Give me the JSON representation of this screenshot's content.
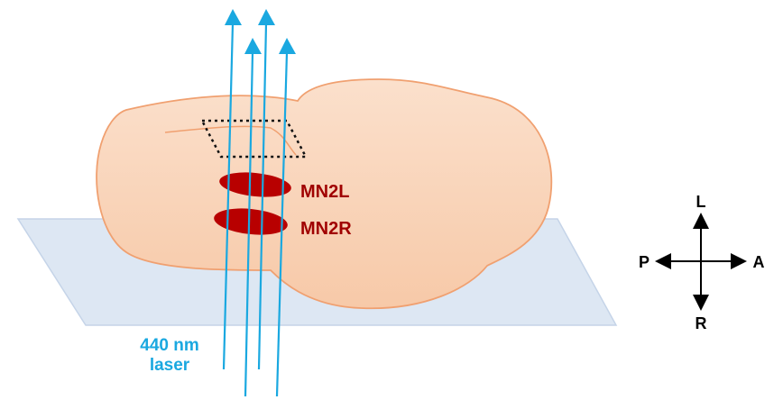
{
  "labels": {
    "nucleus_left": "MN2L",
    "nucleus_right": "MN2R",
    "laser_line1": "440 nm",
    "laser_line2": "laser"
  },
  "compass": {
    "up": "L",
    "down": "R",
    "left": "P",
    "right": "A"
  },
  "colors": {
    "laser": "#1aa8e0",
    "nucleus": "#b80000",
    "nucleus_text": "#a00000",
    "brain_fill": "#f9d0b4",
    "brain_stroke": "#f0a070",
    "plane_fill": "#dde7f3",
    "plane_stroke": "#c5d4e8",
    "compass": "#000000"
  }
}
